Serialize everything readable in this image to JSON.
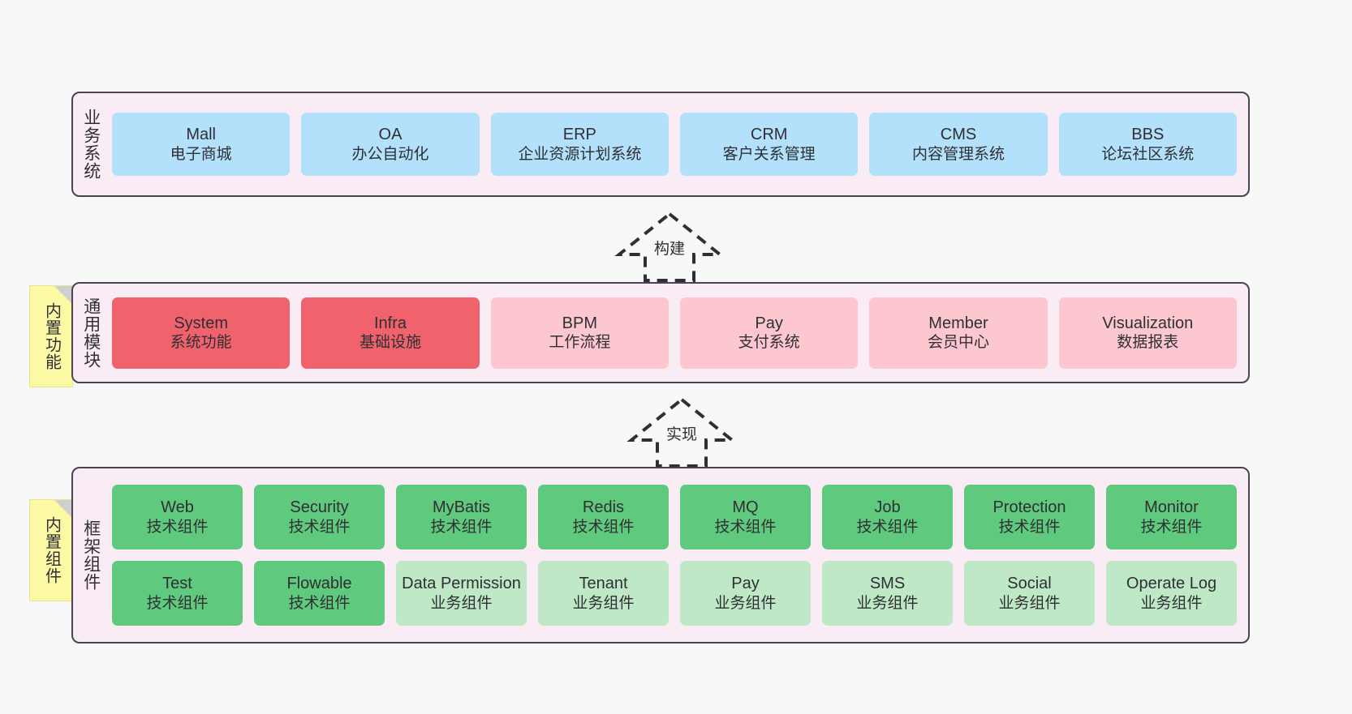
{
  "canvas": {
    "background": "#f8f8f8"
  },
  "layers": [
    {
      "id": "business",
      "label": "业务系统",
      "cards": [
        {
          "title": "Mall",
          "sub": "电子商城",
          "color": "#b3e0fb"
        },
        {
          "title": "OA",
          "sub": "办公自动化",
          "color": "#b3e0fb"
        },
        {
          "title": "ERP",
          "sub": "企业资源计划系统",
          "color": "#b3e0fb"
        },
        {
          "title": "CRM",
          "sub": "客户关系管理",
          "color": "#b3e0fb"
        },
        {
          "title": "CMS",
          "sub": "内容管理系统",
          "color": "#b3e0fb"
        },
        {
          "title": "BBS",
          "sub": "论坛社区系统",
          "color": "#b3e0fb"
        }
      ]
    },
    {
      "id": "common",
      "label": "通用模块",
      "note": "内置功能",
      "cards": [
        {
          "title": "System",
          "sub": "系统功能",
          "color": "#f0626c"
        },
        {
          "title": "Infra",
          "sub": "基础设施",
          "color": "#f0626c"
        },
        {
          "title": "BPM",
          "sub": "工作流程",
          "color": "#fcc7ce"
        },
        {
          "title": "Pay",
          "sub": "支付系统",
          "color": "#fcc7ce"
        },
        {
          "title": "Member",
          "sub": "会员中心",
          "color": "#fcc7ce"
        },
        {
          "title": "Visualization",
          "sub": "数据报表",
          "color": "#fcc7ce"
        }
      ]
    },
    {
      "id": "framework",
      "label": "框架组件",
      "note": "内置组件",
      "row1": [
        {
          "title": "Web",
          "sub": "技术组件",
          "color": "#5fca7d"
        },
        {
          "title": "Security",
          "sub": "技术组件",
          "color": "#5fca7d"
        },
        {
          "title": "MyBatis",
          "sub": "技术组件",
          "color": "#5fca7d"
        },
        {
          "title": "Redis",
          "sub": "技术组件",
          "color": "#5fca7d"
        },
        {
          "title": "MQ",
          "sub": "技术组件",
          "color": "#5fca7d"
        },
        {
          "title": "Job",
          "sub": "技术组件",
          "color": "#5fca7d"
        },
        {
          "title": "Protection",
          "sub": "技术组件",
          "color": "#5fca7d"
        },
        {
          "title": "Monitor",
          "sub": "技术组件",
          "color": "#5fca7d"
        }
      ],
      "row2": [
        {
          "title": "Test",
          "sub": "技术组件",
          "color": "#5fca7d"
        },
        {
          "title": "Flowable",
          "sub": "技术组件",
          "color": "#5fca7d"
        },
        {
          "title": "Data Permission",
          "sub": "业务组件",
          "color": "#bfe9c6"
        },
        {
          "title": "Tenant",
          "sub": "业务组件",
          "color": "#bfe9c6"
        },
        {
          "title": "Pay",
          "sub": "业务组件",
          "color": "#bfe9c6"
        },
        {
          "title": "SMS",
          "sub": "业务组件",
          "color": "#bfe9c6"
        },
        {
          "title": "Social",
          "sub": "业务组件",
          "color": "#bfe9c6"
        },
        {
          "title": "Operate Log",
          "sub": "业务组件",
          "color": "#bfe9c6"
        }
      ]
    }
  ],
  "arrows": [
    {
      "id": "build",
      "label": "构建"
    },
    {
      "id": "implement",
      "label": "实现"
    }
  ]
}
